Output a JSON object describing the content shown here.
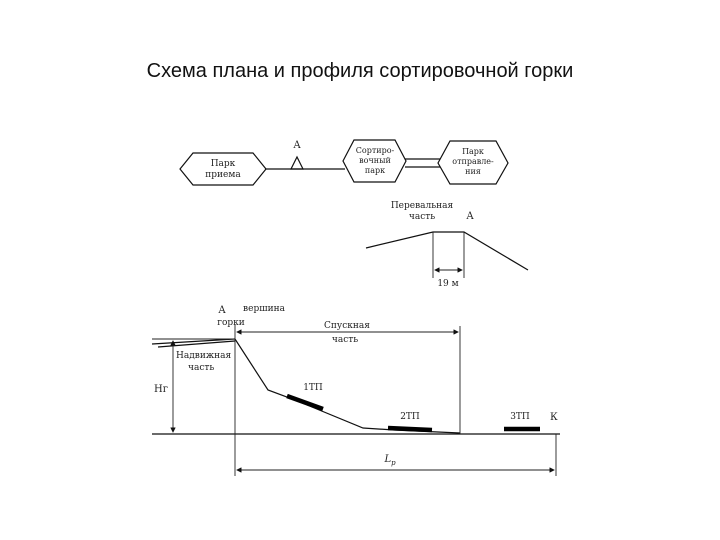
{
  "title": "Схема плана и профиля сортировочной горки",
  "plan": {
    "park_receiving_line1": "Парк",
    "park_receiving_line2": "приема",
    "point_a": "А",
    "park_sorting_line1": "Сортиро-",
    "park_sorting_line2": "вочный",
    "park_sorting_line3": "парк",
    "park_departure_line1": "Парк",
    "park_departure_line2": "отправле-",
    "park_departure_line3": "ния"
  },
  "hump_detail": {
    "label_line1": "Перевальная",
    "label_line2": "часть",
    "point_a": "А",
    "length": "19 м"
  },
  "profile": {
    "point_a": "А",
    "top_label_line1": "вершина",
    "top_label_line2": "горки",
    "descent_line1": "Спускная",
    "descent_line2": "часть",
    "approach_line1": "Надвижная",
    "approach_line2": "часть",
    "height": "Нг",
    "brake_1": "1ТП",
    "brake_2": "2ТП",
    "brake_3": "3ТП",
    "point_k": "К",
    "length": "L",
    "length_sub": "р"
  }
}
